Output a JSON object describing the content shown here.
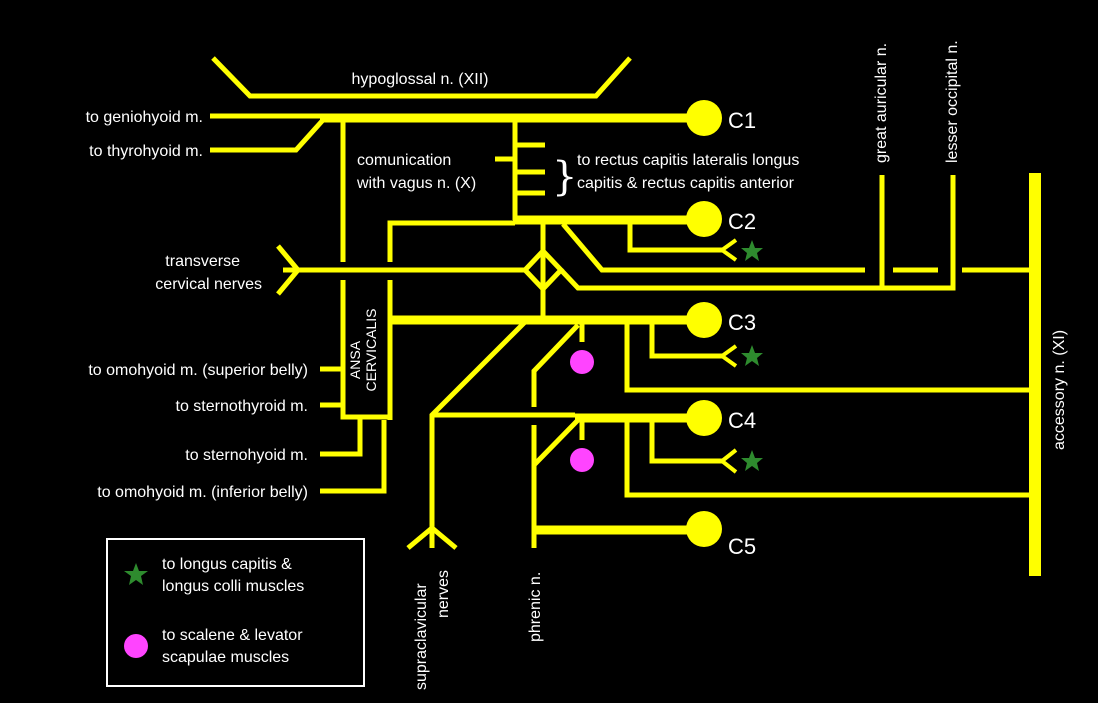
{
  "title": "Cervical plexus",
  "colors": {
    "nerve": "#ffff00",
    "background": "#000000",
    "text": "#ffffff",
    "star": "#2e8b2e",
    "dot": "#ff44ff"
  },
  "roots": [
    "C1",
    "C2",
    "C3",
    "C4",
    "C5"
  ],
  "labels": {
    "hypoglossal": "hypoglossal n. (XII)",
    "geniohyoid": "to geniohyoid m.",
    "thyrohyoid": "to thyrohyoid m.",
    "vagus_line1": "comunication",
    "vagus_line2": "with vagus n. (X)",
    "rectus_line1": "to rectus capitis lateralis longus",
    "rectus_line2": "capitis & rectus capitis anterior",
    "great_auricular": "great auricular n.",
    "lesser_occipital": "lesser occipital n.",
    "transverse_line1": "transverse",
    "transverse_line2": "cervical nerves",
    "ansa_line1": "ANSA",
    "ansa_line2": "CERVICALIS",
    "omohyoid_sup": "to omohyoid m. (superior belly)",
    "sternothyroid": "to sternothyroid m.",
    "sternohyoid": "to sternohyoid m.",
    "omohyoid_inf": "to omohyoid m. (inferior belly)",
    "accessory": "accessory n. (XI)",
    "supraclavicular_line1": "supraclavicular",
    "supraclavicular_line2": "nerves",
    "phrenic": "phrenic n."
  },
  "legend": {
    "items": [
      {
        "icon": "star-icon",
        "line1": "to longus capitis &",
        "line2": "longus colli muscles"
      },
      {
        "icon": "dot-icon",
        "line1": "to scalene & levator",
        "line2": "scapulae muscles"
      }
    ]
  }
}
